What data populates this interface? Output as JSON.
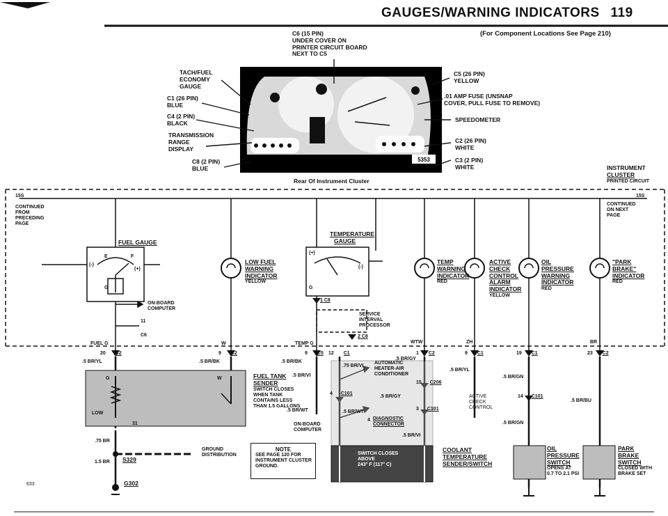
{
  "header": {
    "title": "GAUGES/WARNING INDICATORS",
    "page_number": "119",
    "footer_page": "633"
  },
  "cluster_photo": {
    "caption": "Rear Of Instrument Cluster",
    "photo_number": "5353",
    "locations_note": "(For Component Locations See Page 210)",
    "callouts": {
      "c6": [
        "C6 (15 PIN)",
        "UNDER COVER ON",
        "PRINTER CIRCUIT BOARD",
        "NEXT TO C5"
      ],
      "tach": [
        "TACH/FUEL",
        "ECONOMY",
        "GAUGE"
      ],
      "c1": [
        "C1 (26 PIN)",
        "BLUE"
      ],
      "c4": [
        "C4 (2 PIN)",
        "BLACK"
      ],
      "trans": [
        "TRANSMISSION",
        "RANGE",
        "DISPLAY"
      ],
      "c8": [
        "C8 (2 PIN)",
        "BLUE"
      ],
      "c5": [
        "C5 (26 PIN)",
        "YELLOW"
      ],
      "fuse": [
        ".01 AMP FUSE (UNSNAP",
        "COVER, PULL FUSE TO REMOVE)"
      ],
      "speedo": [
        "SPEEDOMETER"
      ],
      "c2": [
        "C2 (26 PIN)",
        "WHITE"
      ],
      "c3": [
        "C3 (2 PIN)",
        "WHITE"
      ]
    }
  },
  "instrument_cluster": {
    "title": "INSTRUMENT",
    "title2": "CLUSTER",
    "subtitle": "PRINTED CIRCUIT"
  },
  "continued": {
    "from": [
      "CONTINUED",
      "FROM",
      "PRECEDING",
      "PAGE"
    ],
    "to": [
      "CONTINUED",
      "ON NEXT",
      "PAGE"
    ],
    "left_code": "15S",
    "right_code": "15S"
  },
  "components": {
    "fuel_gauge": "FUEL GAUGE",
    "fuel_gauge_marks": [
      "E",
      "F",
      "(-)",
      "(+)",
      "G"
    ],
    "temp_gauge": "TEMPERATURE",
    "temp_gauge2": "GAUGE",
    "temp_gauge_marks": [
      "(+)",
      "(-)",
      "G"
    ],
    "low_fuel": [
      "LOW FUEL",
      "WARNING",
      "INDICATOR",
      "YELLOW"
    ],
    "temp_warning": [
      "TEMP",
      "WARNING",
      "INDICATOR",
      "RED"
    ],
    "acc": [
      "ACTIVE",
      "CHECK",
      "CONTROL",
      "ALARM",
      "INDICATOR",
      "YELLOW"
    ],
    "oil_pressure": [
      "OIL",
      "PRESSURE",
      "WARNING",
      "INDICATOR",
      "RED"
    ],
    "park_brake": [
      "\"PARK",
      "BRAKE\"",
      "INDICATOR",
      "RED"
    ],
    "on_board": [
      "ON-BOARD",
      "COMPUTER"
    ],
    "service": [
      "SERVICE",
      "INTERVAL",
      "PROCESSOR"
    ],
    "fuel_tank": [
      "FUEL TANK",
      "SENDER",
      "SWITCH CLOSES",
      "WHEN TANK",
      "CONTAINS LESS",
      "THAN 1.5 GALLONS"
    ],
    "automatic": [
      "AUTOMATIC",
      "HEATER-AIR",
      "CONDITIONER"
    ],
    "diagnostic": [
      "DIAGNOSTIC",
      "CONNECTOR"
    ],
    "on_board2": [
      "ON-BOARD",
      "COMPUTER"
    ],
    "acc_bottom": [
      "ACTIVE",
      "CHECK",
      "CONTROL"
    ],
    "coolant": [
      "COOLANT",
      "TEMPERATURE",
      "SENDER/SWITCH"
    ],
    "switch_closes": [
      "SWITCH CLOSES",
      "ABOVE",
      "243° F (117° C)"
    ],
    "oil_switch": [
      "OIL",
      "PRESSURE",
      "SWITCH",
      "OPENS AT",
      "0.7 TO 2.1 PSI"
    ],
    "park_switch": [
      "PARK",
      "BRAKE",
      "SWITCH",
      "CLOSED WITH",
      "BRAKE SET"
    ],
    "ground": [
      "GROUND",
      "DISTRIBUTION"
    ],
    "s329": "S329",
    "g302": "G302",
    "low": "LOW"
  },
  "note": {
    "title": "NOTE",
    "text": [
      "SEE PAGE 120 FOR",
      "INSTRUMENT CLUSTER",
      "GROUND."
    ]
  },
  "pins": {
    "fuel_g": "FUEL G",
    "temp_g": "TEMP G",
    "w1": "W",
    "wtw": "WTW",
    "zh": "ZH",
    "br": "BR",
    "pin11": "11",
    "c6a": "C6",
    "c8a": "C8",
    "pin2": "2",
    "pin1c8": "1",
    "c2_20": "20",
    "c2_9": "9",
    "c5_9": "9",
    "c5_12": "12",
    "c1_1": "1",
    "c2_9b": "9",
    "c1_19": "19",
    "c2_23": "23",
    "conn_c2": "C2",
    "conn_c5": "C5",
    "conn_c1": "C1",
    "c206": "C206",
    "c101": "C101",
    "pin15": "15",
    "pin4": "4",
    "pin3": "3",
    "pin14": "14",
    "pin31": "31",
    "pin4d": "4"
  },
  "wires": {
    "w1": ".5 BR/YL",
    "w2": ".5 BR/BK",
    "w3": ".5 BR/BK",
    "w4": ".5 BR/GY",
    "w5": ".75 BR/VI",
    "w6": ".5 BR/VI",
    "w7": ".5 BR/GY",
    "w8": ".5 BR/WT",
    "w9": ".5 BR/WT",
    "w10": ".5 BR/VI",
    "w11": ".5 BR/YL",
    "w12": ".5 BR/GN",
    "w13": ".5 BR/GN",
    "w14": ".5 BR/BU",
    "w15": ".75 BR",
    "w16": "1.5 BR"
  }
}
